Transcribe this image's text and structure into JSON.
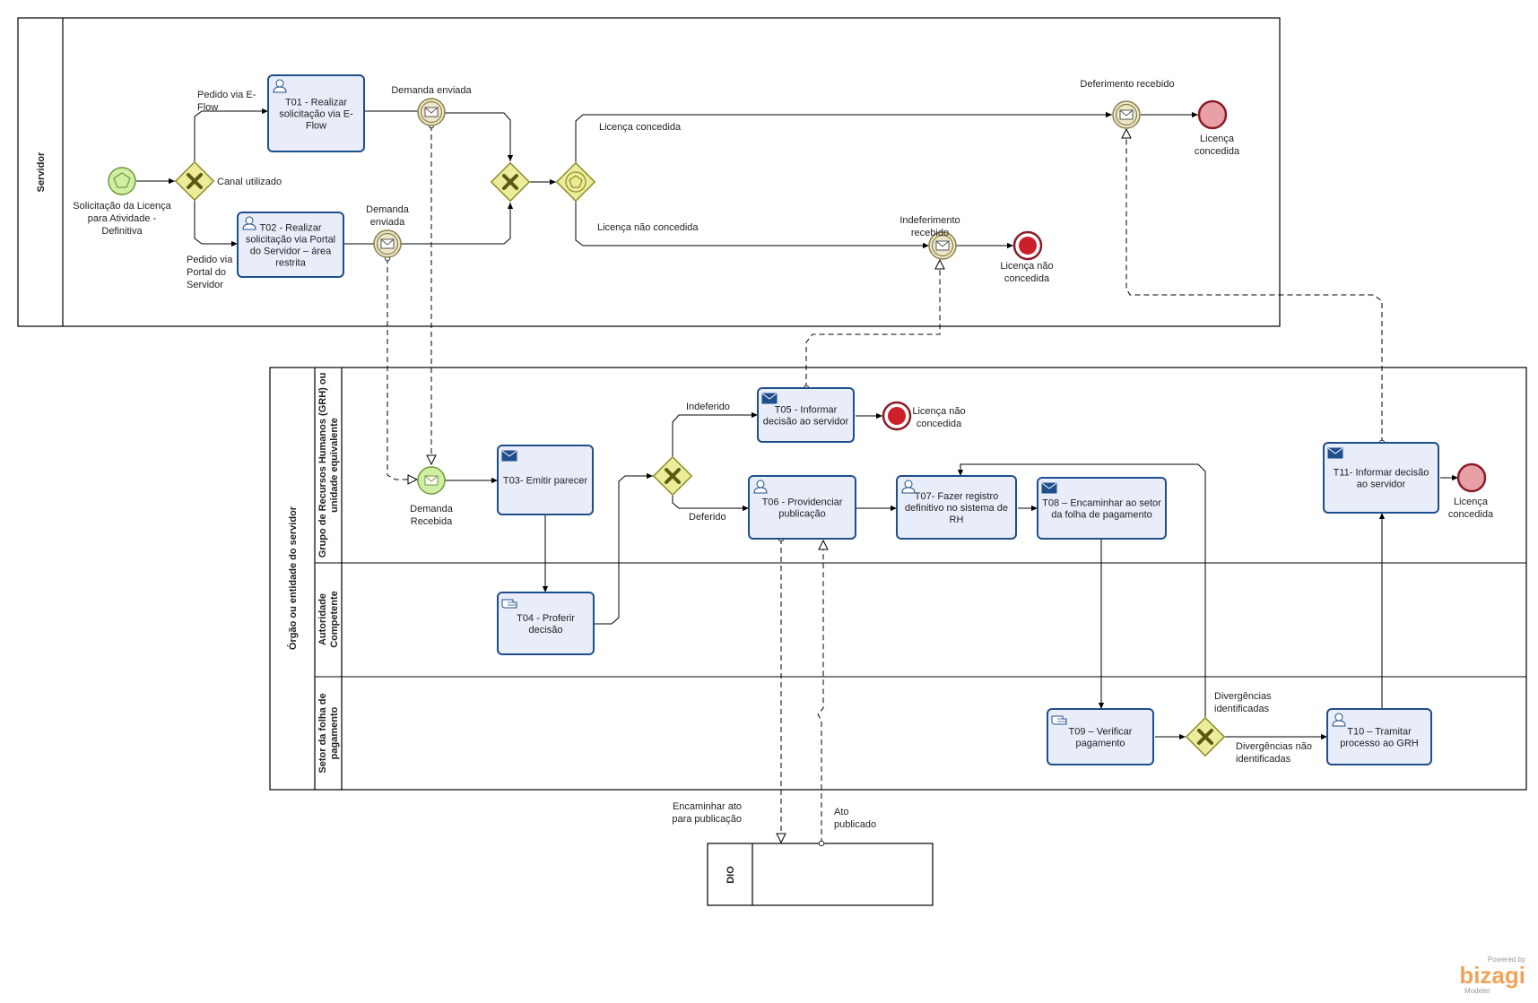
{
  "colors": {
    "task_fill": "#e8edf9",
    "task_stroke": "#1f4e8c",
    "gateway_fill": "#ecec9a",
    "gateway_stroke": "#8d8d2a",
    "start_fill": "#d1efa4",
    "start_stroke": "#6d9a3a",
    "end_fill": "#e8a0a6",
    "end_stroke": "#8a1b27",
    "end_red": "#cc1f2a",
    "intermediate_fill": "#ebe6c8",
    "intermediate_stroke": "#8c8149"
  },
  "pools": {
    "servidor": {
      "label": "Servidor"
    },
    "orgao": {
      "label": "Órgão ou entidade do servidor",
      "lanes": [
        {
          "line1": "Grupo de Recursos Humanos (GRH) ou",
          "line2": "unidade equivalente"
        },
        {
          "line1": "Autoridade",
          "line2": "Competente"
        },
        {
          "line1": "Setor da folha de",
          "line2": "pagamento"
        }
      ]
    },
    "dio": {
      "label": "DIO"
    }
  },
  "tasks": {
    "t01": {
      "lines": [
        "T01 - Realizar",
        "solicitação via E-",
        "Flow"
      ],
      "icon": "user-icon"
    },
    "t02": {
      "lines": [
        "T02 - Realizar",
        "solicitação via Portal",
        "do Servidor – área",
        "restrita"
      ],
      "icon": "user-icon"
    },
    "t03": {
      "lines": [
        "T03- Emitir parecer"
      ],
      "icon": "envelope-icon"
    },
    "t04": {
      "lines": [
        "T04 - Proferir",
        "decisão"
      ],
      "icon": "manual-icon"
    },
    "t05": {
      "lines": [
        "T05 - Informar",
        "decisão ao servidor"
      ],
      "icon": "envelope-icon"
    },
    "t06": {
      "lines": [
        "T06 - Providenciar",
        "publicação"
      ],
      "icon": "user-icon"
    },
    "t07": {
      "lines": [
        "T07- Fazer registro",
        "definitivo no sistema de",
        "RH"
      ],
      "icon": "user-icon"
    },
    "t08": {
      "lines": [
        "T08 – Encaminhar ao setor",
        "da folha de pagamento"
      ],
      "icon": "envelope-icon"
    },
    "t09": {
      "lines": [
        "T09 – Verificar",
        "pagamento"
      ],
      "icon": "manual-icon"
    },
    "t10": {
      "lines": [
        "T10 – Tramitar",
        "processo ao GRH"
      ],
      "icon": "user-icon"
    },
    "t11": {
      "lines": [
        "T11- Informar decisão",
        "ao servidor"
      ],
      "icon": "envelope-icon"
    }
  },
  "labels": {
    "start_event": [
      "Solicitação da Licença",
      "para Atividade  -",
      "Definitiva"
    ],
    "canal_utilizado": [
      "Canal utilizado"
    ],
    "pedido_eflow": [
      "Pedido via E-",
      "Flow"
    ],
    "pedido_portal": [
      "Pedido via",
      "Portal do",
      "Servidor"
    ],
    "demanda_enviada_1": [
      "Demanda enviada"
    ],
    "demanda_enviada_2": [
      "Demanda",
      "enviada"
    ],
    "licenca_concedida_flow": [
      "Licença concedida"
    ],
    "licenca_nao_concedida_flow": [
      "Licença não concedida"
    ],
    "deferimento_recebido": [
      "Deferimento recebido"
    ],
    "indeferimento_recebido": [
      "Indeferimento",
      "recebido"
    ],
    "end_concedida_top": [
      "Licença",
      "concedida"
    ],
    "end_nao_concedida_top": [
      "Licença não",
      "concedida"
    ],
    "demanda_recebida": [
      "Demanda",
      "Recebida"
    ],
    "indeferido": [
      "Indeferido"
    ],
    "deferido": [
      "Deferido"
    ],
    "end_nao_concedida_grh": [
      "Licença não",
      "concedida"
    ],
    "end_concedida_grh": [
      "Licença",
      "concedida"
    ],
    "divergencias_identificadas": [
      "Divergências",
      "identificadas"
    ],
    "divergencias_nao": [
      "Divergências não",
      "identificadas"
    ],
    "encaminhar_ato": [
      "Encaminhar ato",
      "para publicação"
    ],
    "ato_publicado": [
      "Ato",
      "publicado"
    ]
  },
  "watermark": {
    "powered": "Powered by",
    "brand": "bizagi",
    "product": "Modeler"
  }
}
